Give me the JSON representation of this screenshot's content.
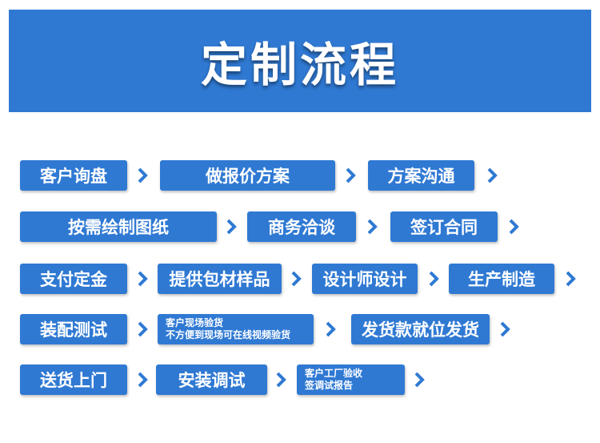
{
  "header": {
    "title": "定制流程"
  },
  "steps": {
    "inquiry": "客户询盘",
    "quote": "做报价方案",
    "plan_comm": "方案沟通",
    "drawings": "按需绘制图纸",
    "negotiation": "商务洽谈",
    "contract": "签订合同",
    "deposit": "支付定金",
    "samples": "提供包材样品",
    "design": "设计师设计",
    "production": "生产制造",
    "acceptance": "装配测试",
    "onsite_line1": "客户现场验货",
    "onsite_line2": "不方便到现场可在线视频验货",
    "shipping_payment": "发货款就位发货",
    "delivery": "送货上门",
    "installation": "安装调试",
    "final_line1": "客户工厂验收",
    "final_line2": "签调试报告"
  },
  "colors": {
    "accent": "#2f79d3",
    "arrow": "#2f79d3"
  },
  "icons": {
    "arrow": "chevron-right-icon"
  }
}
